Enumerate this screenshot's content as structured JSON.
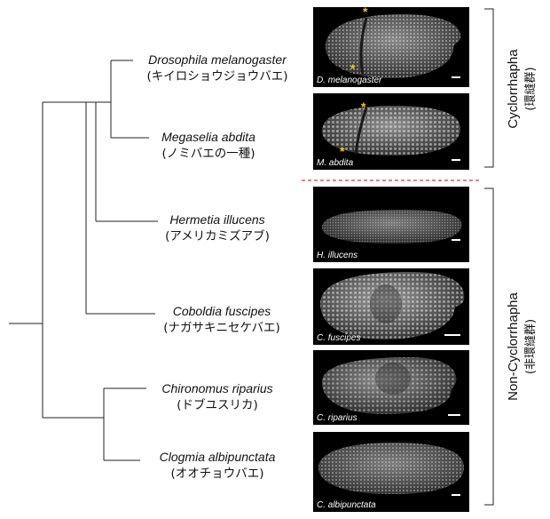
{
  "colors": {
    "divider": "#e0303a",
    "star": "#f6c716",
    "panel_bg": "#000000"
  },
  "species": [
    {
      "sci": "Drosophila melanogaster",
      "jp": "(キイロショウジョウバエ)",
      "panel_label": "D. melanogaster"
    },
    {
      "sci": "Megaselia abdita",
      "jp": "(ノミバエの一種)",
      "panel_label": "M. abdita"
    },
    {
      "sci": "Hermetia illucens",
      "jp": "(アメリカミズアブ)",
      "panel_label": "H. illucens"
    },
    {
      "sci": "Coboldia fuscipes",
      "jp": "(ナガサキニセケバエ)",
      "panel_label": "C. fuscipes"
    },
    {
      "sci": "Chironomus riparius",
      "jp": "(ドブユスリカ)",
      "panel_label": "C. riparius"
    },
    {
      "sci": "Clogmia albipunctata",
      "jp": "(オオチョウバエ)",
      "panel_label": "C. albipunctata"
    }
  ],
  "groups": {
    "cyclorrhapha": {
      "name": "Cyclorrhapha",
      "sub": "(環縫群)"
    },
    "non_cyclorrhapha": {
      "name": "Non-Cyclorrhapha",
      "sub": "(非環縫群)"
    }
  },
  "star_glyph": "*"
}
